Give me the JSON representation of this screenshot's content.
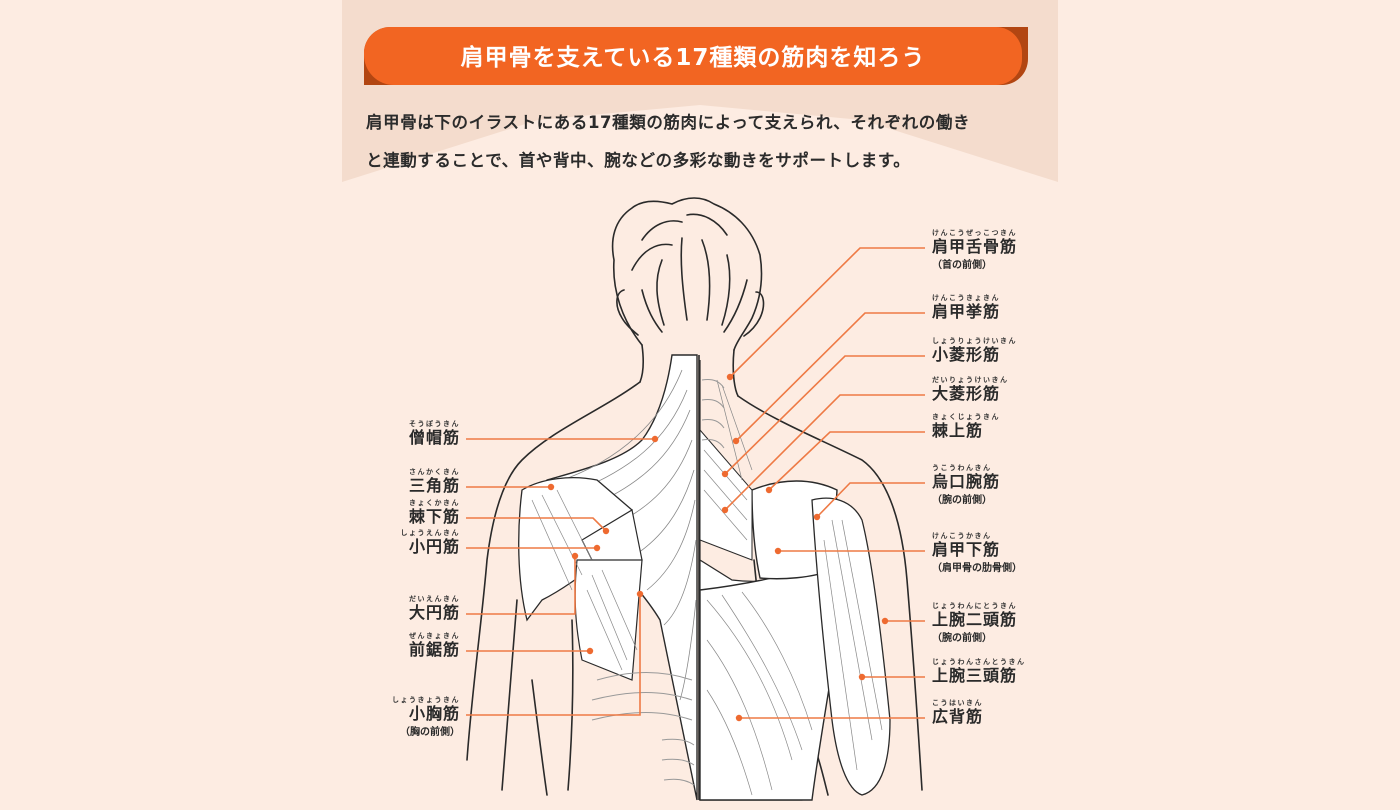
{
  "header": {
    "title": "肩甲骨を支えている17種類の筋肉を知ろう",
    "intro_line1": "肩甲骨は下のイラストにある17種類の筋肉によって支えられ、それぞれの働き",
    "intro_line2": "と連動することで、首や背中、腕などの多彩な動きをサポートします。"
  },
  "colors": {
    "background": "#fdece2",
    "top_band": "#f4dccd",
    "banner": "#f26522",
    "banner_shadow": "#b24612",
    "leader_line": "#ee7a45",
    "text": "#2a2a2a"
  },
  "labels_left": [
    {
      "ruby": "そうぼうきん",
      "name": "僧帽筋",
      "note": ""
    },
    {
      "ruby": "さんかくきん",
      "name": "三角筋",
      "note": ""
    },
    {
      "ruby": "きょくかきん",
      "name": "棘下筋",
      "note": ""
    },
    {
      "ruby": "しょうえんきん",
      "name": "小円筋",
      "note": ""
    },
    {
      "ruby": "だいえんきん",
      "name": "大円筋",
      "note": ""
    },
    {
      "ruby": "ぜんきょきん",
      "name": "前鋸筋",
      "note": ""
    },
    {
      "ruby": "しょうきょうきん",
      "name": "小胸筋",
      "note": "（胸の前側）"
    }
  ],
  "labels_right": [
    {
      "ruby": "けんこうぜっこつきん",
      "name": "肩甲舌骨筋",
      "note": "（首の前側）"
    },
    {
      "ruby": "けんこうきょきん",
      "name": "肩甲挙筋",
      "note": ""
    },
    {
      "ruby": "しょうりょうけいきん",
      "name": "小菱形筋",
      "note": ""
    },
    {
      "ruby": "だいりょうけいきん",
      "name": "大菱形筋",
      "note": ""
    },
    {
      "ruby": "きょくじょうきん",
      "name": "棘上筋",
      "note": ""
    },
    {
      "ruby": "うこうわんきん",
      "name": "烏口腕筋",
      "note": "（腕の前側）"
    },
    {
      "ruby": "けんこうかきん",
      "name": "肩甲下筋",
      "note": "（肩甲骨の肋骨側）"
    },
    {
      "ruby": "じょうわんにとうきん",
      "name": "上腕二頭筋",
      "note": "（腕の前側）"
    },
    {
      "ruby": "じょうわんさんとうきん",
      "name": "上腕三頭筋",
      "note": ""
    },
    {
      "ruby": "こうはいきん",
      "name": "広背筋",
      "note": ""
    }
  ]
}
